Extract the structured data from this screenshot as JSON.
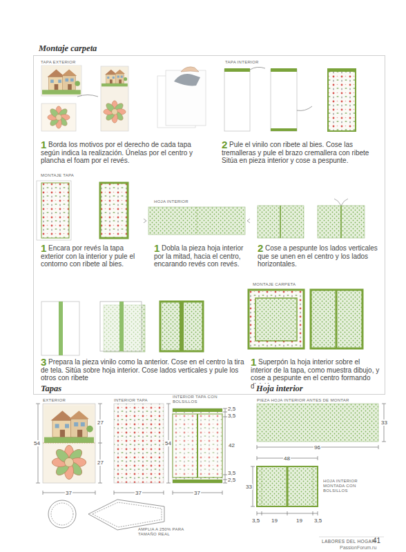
{
  "diagram": {
    "nodes": [
      {
        "text": [
          "Montaje carpeta",
          "TAPA EXTERIOR",
          "1",
          "Borda los motivos por el derecho de cada tapa según indica la realización. Únelas por el centro y plancha el foam por el revés.",
          "TAPA INTERIOR",
          "2",
          "Pule el vinilo con ribete al bies. Cose las tremalleras y pule el brazo cremallera con ribete Sitúa en pieza interior y cose a pespunte.",
          "MONTAJE TAPA",
          "1",
          "Encara por revés la tapa exterior con la interior y pule el contorno con ribete al bies.",
          "HOJA INTERIOR",
          "1",
          "Dobla la pieza hoja interior por la mitad, hacia el centro, encarando revés con revés.",
          "2",
          "Cose a pespunte los lados verticales que se unen en el centro y los lados horizontales.",
          "3",
          "Prepara la pieza vinilo como la anterior. Cose en el centro la tira de tela. Sitúa sobre hoja interior. Cose lados verticales y pule los otros con ribete",
          "MONTAJE CARPETA",
          "1",
          "Superpón la hoja interior sobre el interior de la tapa, como muestra dibujo, y cose a pespunte en el centro formando división."
        ]
      }
    ],
    "labels": [
      "Tapas",
      "EXTERIOR",
      "27",
      "27",
      "54",
      "37",
      "INTERIOR TAPA",
      "54",
      "37",
      "INTERIOR TAPA CON BOLSILLOS",
      "2,5",
      "3,5",
      "42",
      "3,5",
      "2,5",
      "37",
      "AMPLIA A 250% PARA TAMAÑO REAL",
      "Hoja interior",
      "PIEZA HOJA INTERIOR ANTES DE MONTAR",
      "33",
      "96",
      "48",
      "HOJA INTERIOR MONTADA CON BOLSILLOS",
      "33",
      "3,5",
      "19",
      "19",
      "3,5",
      "LABORES DEL HOGAR",
      "41",
      "PassionForum.ru"
    ]
  }
}
